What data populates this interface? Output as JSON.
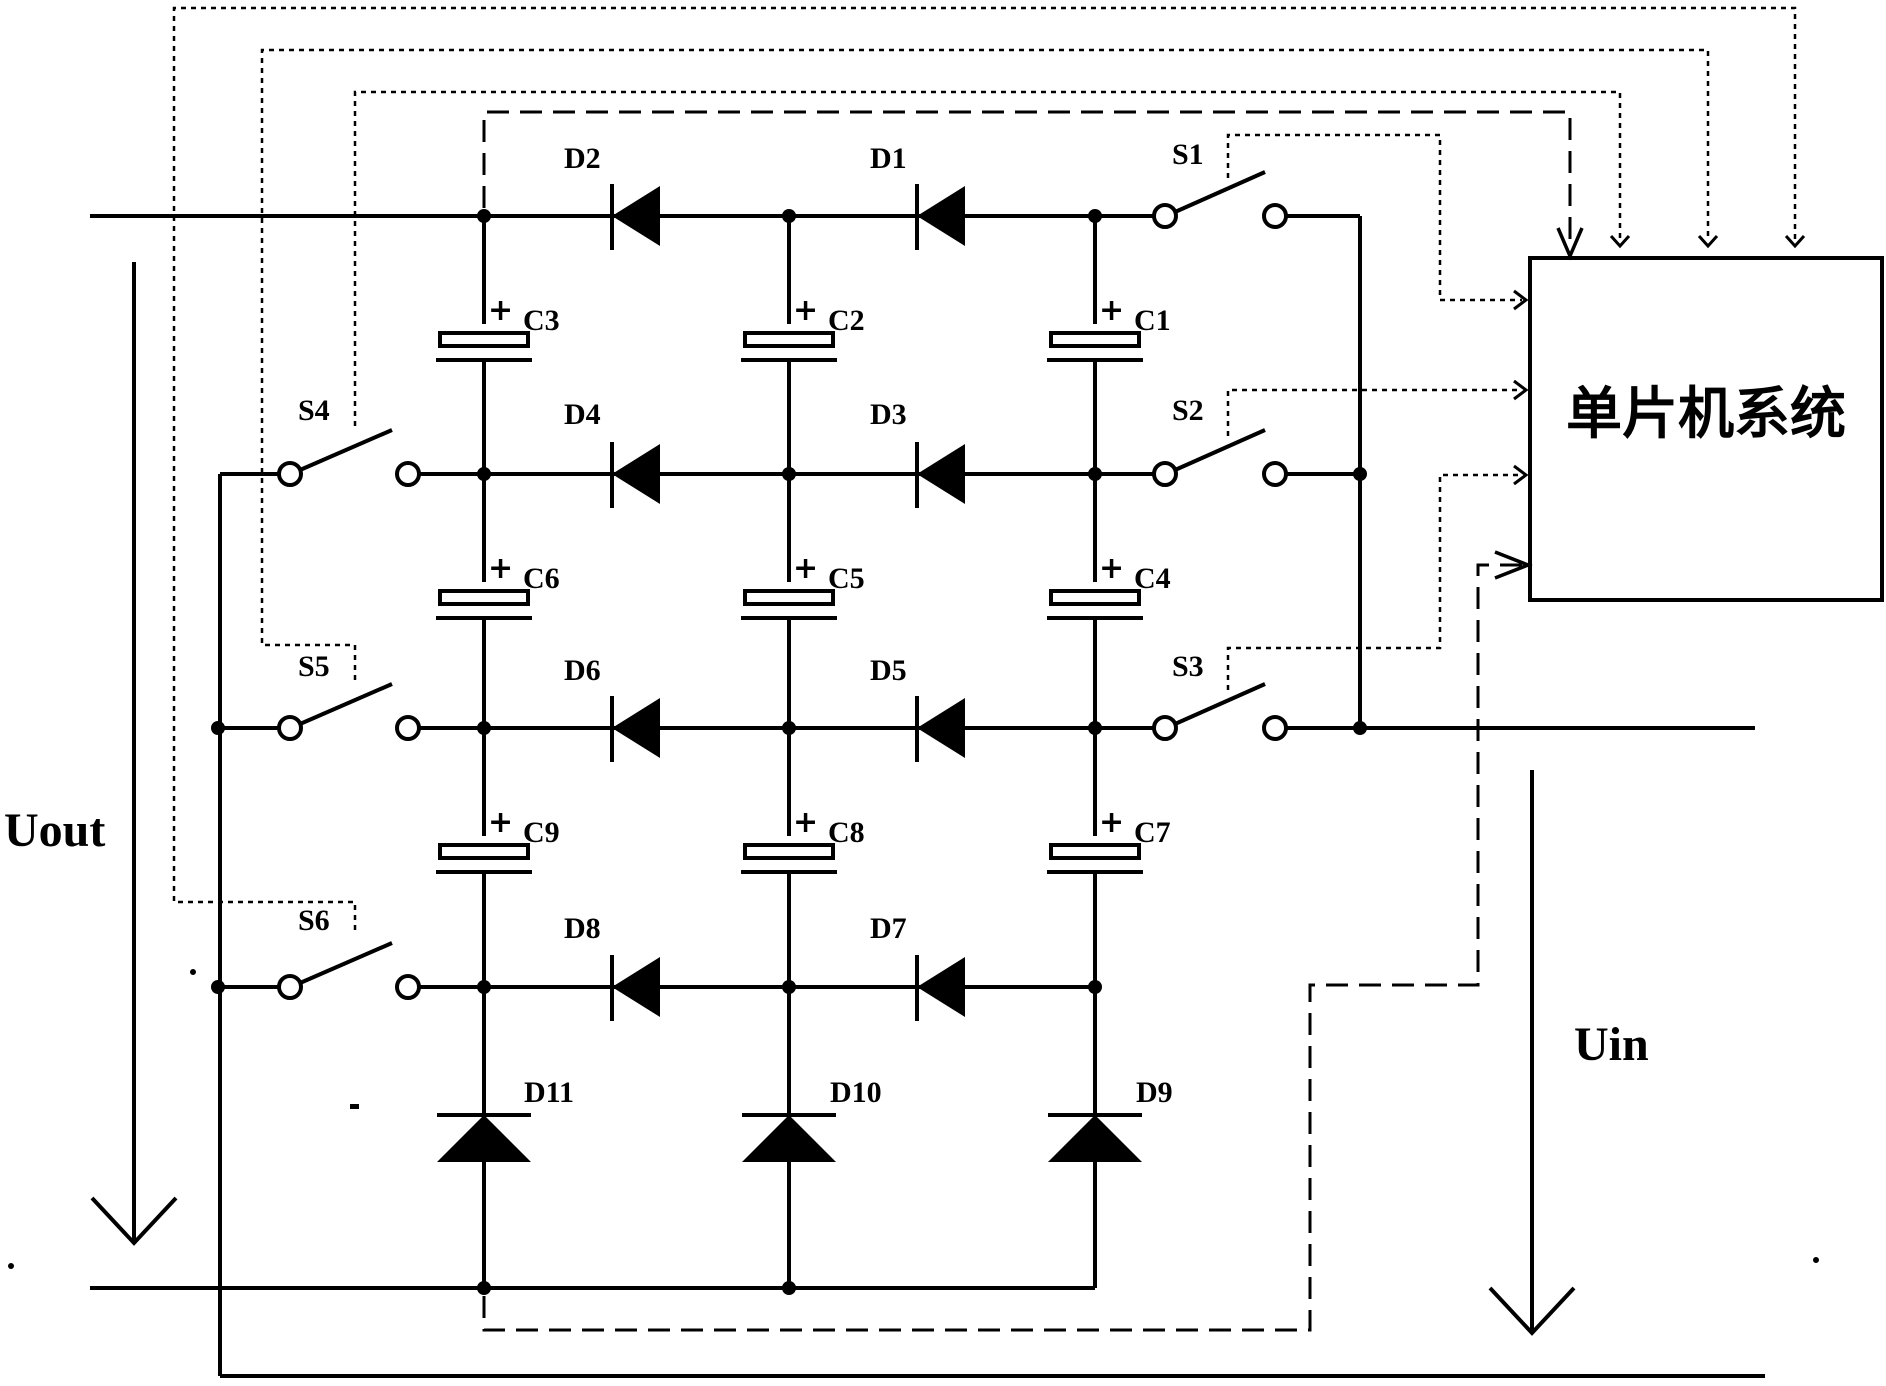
{
  "diagram": {
    "mcu_label": "单片机系统",
    "output_label": "Uout",
    "input_label": "Uin",
    "switches": [
      "S1",
      "S2",
      "S3",
      "S4",
      "S5",
      "S6"
    ],
    "diodes": [
      "D1",
      "D2",
      "D3",
      "D4",
      "D5",
      "D6",
      "D7",
      "D8",
      "D9",
      "D10",
      "D11"
    ],
    "capacitors": [
      "C1",
      "C2",
      "C3",
      "C4",
      "C5",
      "C6",
      "C7",
      "C8",
      "C9"
    ],
    "plus_mark": "+"
  }
}
